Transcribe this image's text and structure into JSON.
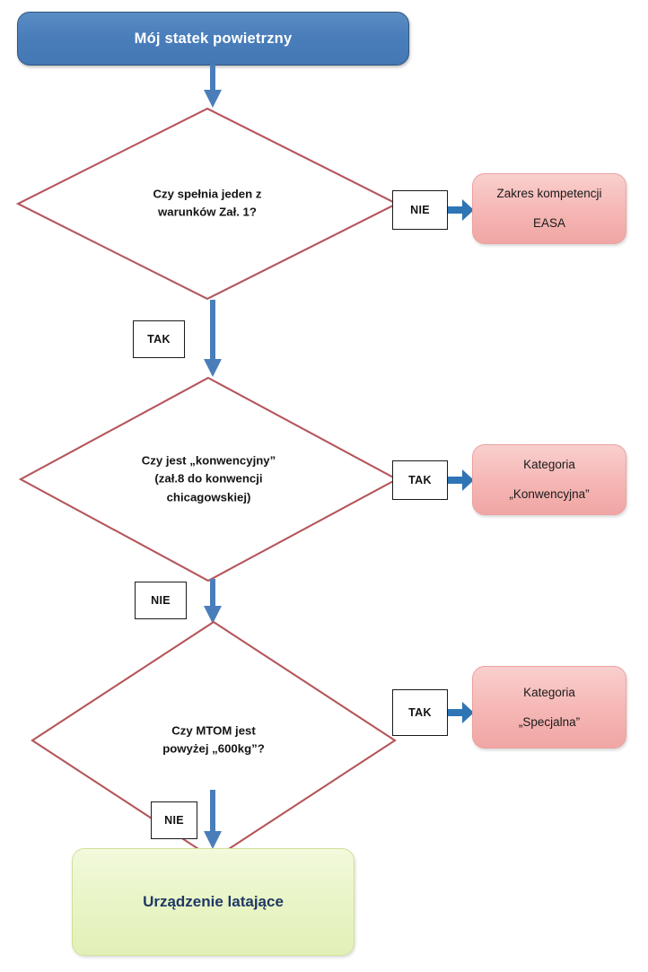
{
  "diagram": {
    "title": "Mój statek powietrzny",
    "start": {
      "label": "Mój statek powietrzny"
    },
    "decisions": [
      {
        "id": "warunki-zal-1",
        "lines": [
          "Czy spełnia jeden z",
          "warunków Zał. 1?"
        ],
        "yes_label": "TAK",
        "no_label": "NIE"
      },
      {
        "id": "konwencyjny",
        "lines": [
          "Czy jest  „konwencyjny”",
          "(zał.8 do konwencji",
          "chicagowskiej)"
        ],
        "yes_label": "TAK",
        "no_label": "NIE"
      },
      {
        "id": "mtom-600kg",
        "lines": [
          "Czy MTOM  jest",
          "powyżej „600kg”?"
        ],
        "yes_label": "TAK",
        "no_label": "NIE"
      }
    ],
    "results": [
      {
        "id": "easa",
        "lines": [
          "Zakres kompetencji",
          "EASA"
        ]
      },
      {
        "id": "konwencyjna",
        "lines": [
          "Kategoria",
          "„Konwencyjna”"
        ]
      },
      {
        "id": "specjalna",
        "lines": [
          "Kategoria",
          "„Specjalna”"
        ]
      }
    ],
    "end": {
      "label": "Urządzenie latające"
    },
    "edge_labels": {
      "d1_no": "NIE",
      "d1_yes": "TAK",
      "d2_yes": "TAK",
      "d2_no": "NIE",
      "d3_yes": "TAK",
      "d3_no": "NIE"
    },
    "colors": {
      "start_fill": "#4A7EBB",
      "start_border": "#31557E",
      "decision_stroke": "#B5565A",
      "result_fill": "#F2ABA9",
      "result_border": "#E9A3A1",
      "end_fill": "#E8F4C4",
      "end_border": "#CFE09A",
      "end_text": "#1F3864",
      "arrow_fill": "#4A7EBB",
      "edge_label_border": "#1A1A1A",
      "background": "#FFFFFF"
    }
  }
}
